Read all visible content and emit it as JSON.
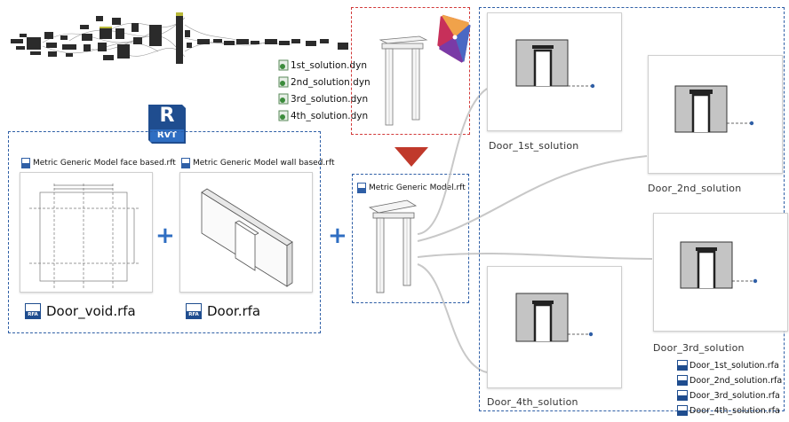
{
  "dyn_files": [
    "1st_solution.dyn",
    "2nd_solution.dyn",
    "3rd_solution.dyn",
    "4th_solution.dyn"
  ],
  "revit_badge": {
    "letter": "R",
    "text": "RVT"
  },
  "templates": {
    "face_based": "Metric Generic Model face based.rft",
    "wall_based": "Metric Generic Model wall based.rft",
    "generic": "Metric Generic Model.rft"
  },
  "families": {
    "void": "Door_void.rfa",
    "door": "Door.rfa"
  },
  "plus_sign": "+",
  "file_type_badge": "RFA",
  "solutions": [
    {
      "label": "Door_1st_solution"
    },
    {
      "label": "Door_2nd_solution"
    },
    {
      "label": "Door_3rd_solution"
    },
    {
      "label": "Door_4th_solution"
    }
  ],
  "output_files": [
    "Door_1st_solution.rfa",
    "Door_2nd_solution.rfa",
    "Door_3rd_solution.rfa",
    "Door_4th_solution.rfa"
  ],
  "colors": {
    "blue_dash": "#2f5fa6",
    "red_dash": "#d23a3a",
    "arrow": "#c0392b",
    "plus": "#2f6ec2"
  }
}
